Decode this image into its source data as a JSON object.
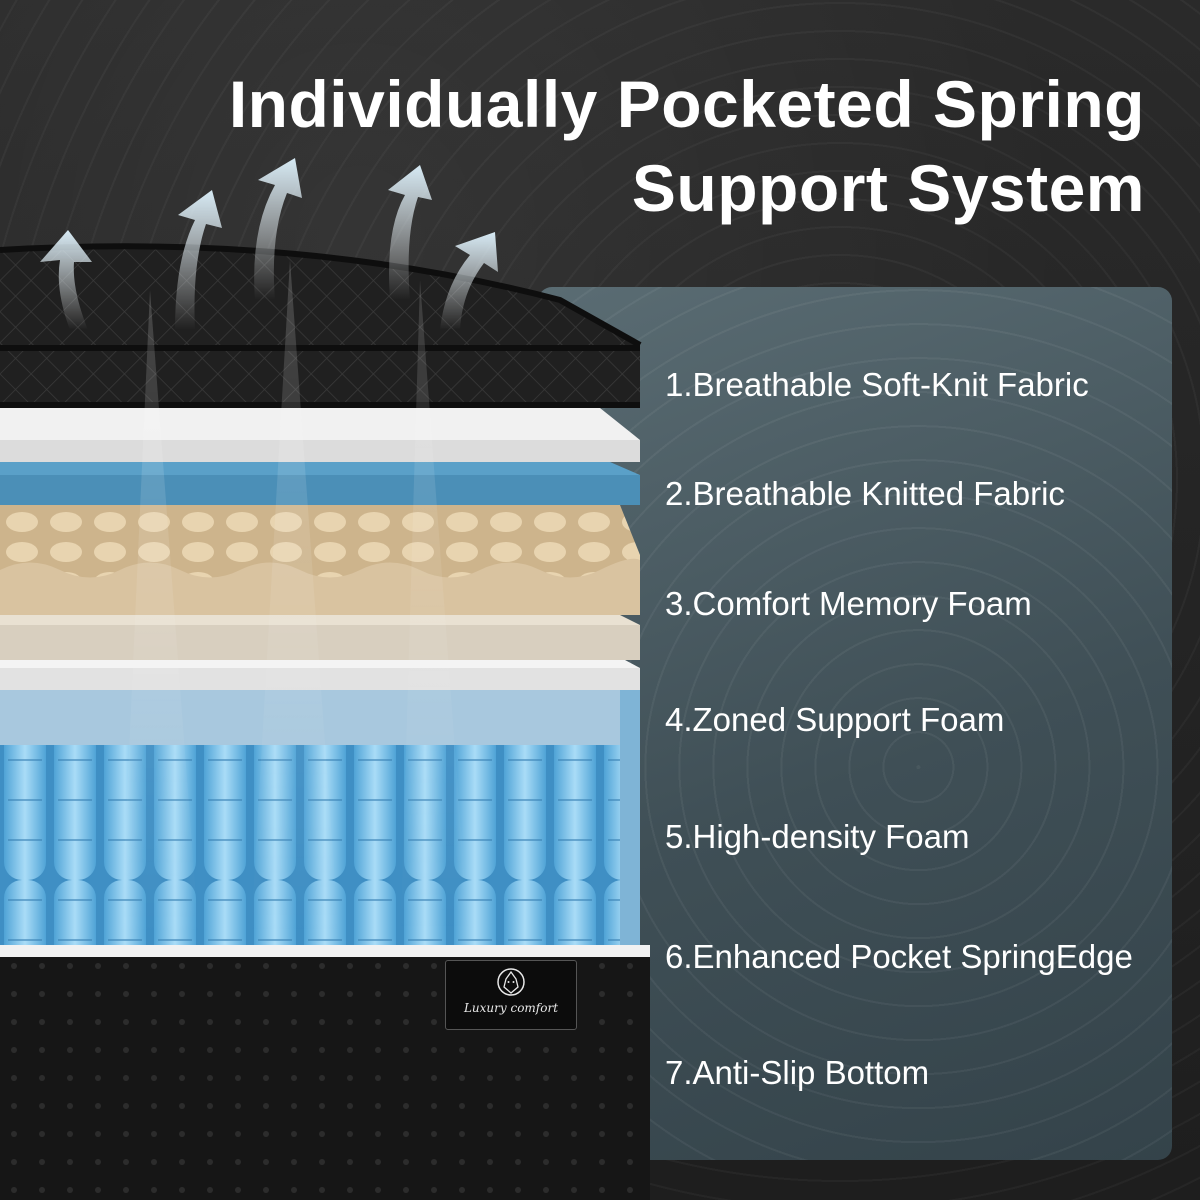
{
  "headline": "Individually Pocketed Spring Support System",
  "layers": [
    "1.Breathable Soft-Knit Fabric",
    "2.Breathable Knitted Fabric",
    "3.Comfort Memory Foam",
    "4.Zoned Support Foam",
    "5.High-density Foam",
    "6.Enhanced Pocket SpringEdge",
    "7.Anti-Slip Bottom"
  ],
  "brand": {
    "name": "Luxury comfort",
    "icon": "lion-head-icon"
  },
  "colors": {
    "background": "#232323",
    "panel": "#4a5b62",
    "spring_blue": "#7cc4ec",
    "memory_foam": "#d9c3a0",
    "gel_foam": "#5aa0c8",
    "cover": "#1a1a1a",
    "text": "#ffffff"
  }
}
